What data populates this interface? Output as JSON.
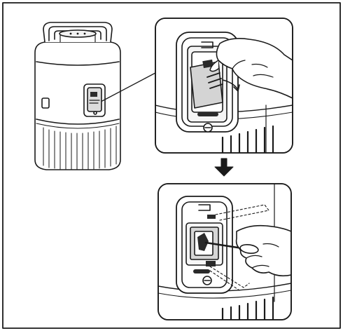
{
  "figure": {
    "panels": [
      "device-overview",
      "remove-sensor-cover",
      "clean-sensor"
    ],
    "arrow": "down-arrow",
    "colors": {
      "stroke": "#1a1a1a",
      "fill": "#ffffff",
      "shade": "#cfcfcf",
      "dark": "#2a2a2a"
    }
  }
}
